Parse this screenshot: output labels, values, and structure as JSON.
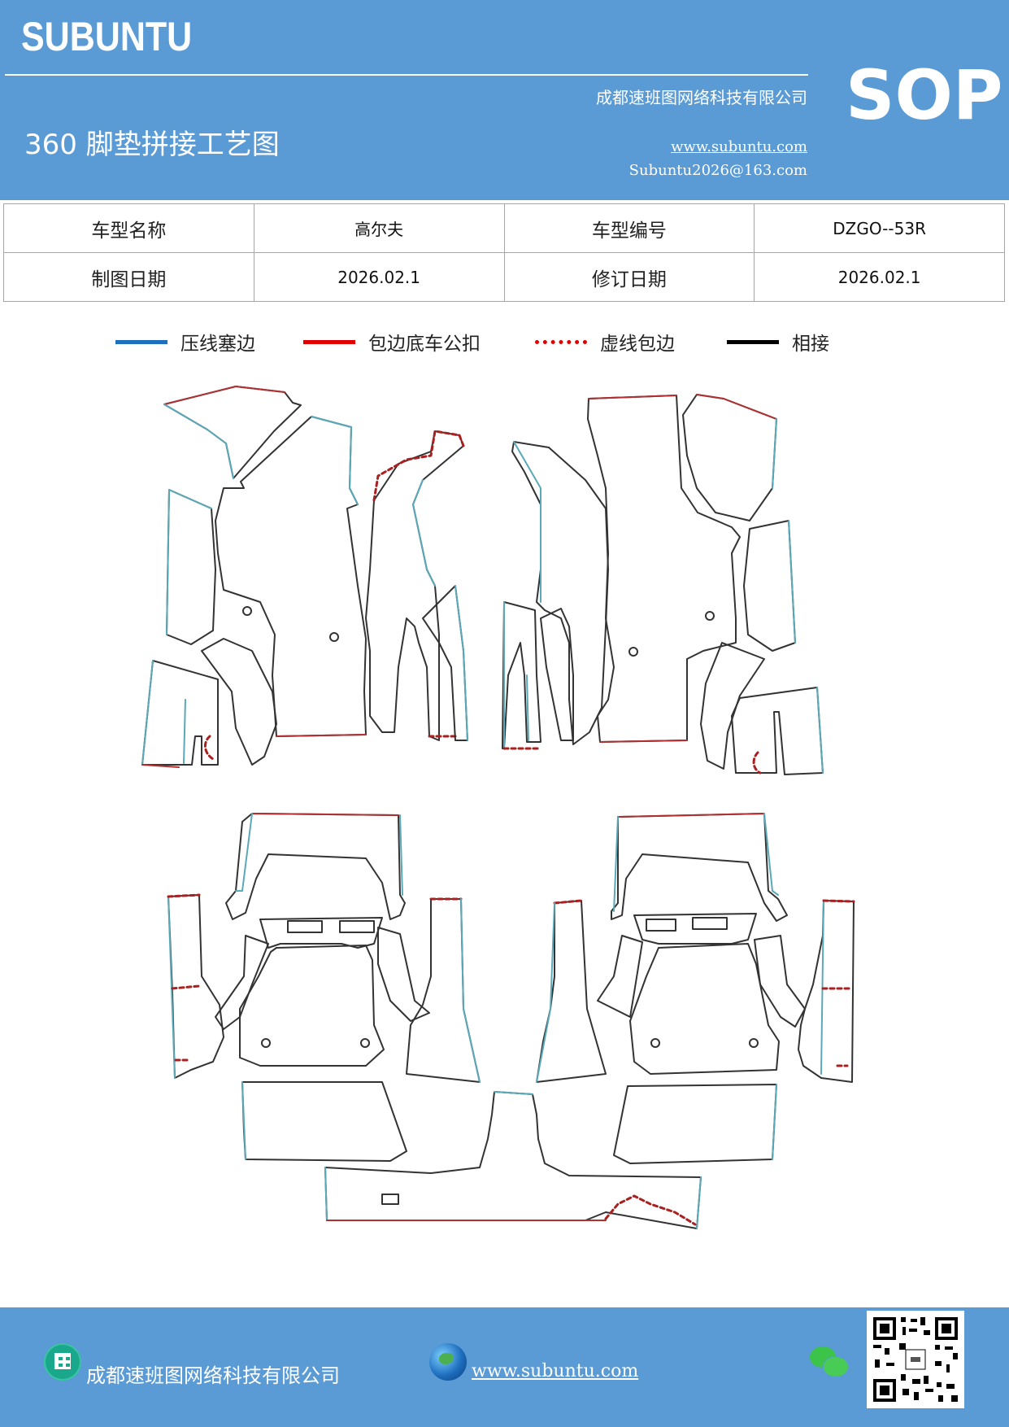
{
  "header": {
    "brand": "SUBUNTU",
    "company": "成都速班图网络科技有限公司",
    "sop": "SOP",
    "title": "360 脚垫拼接工艺图",
    "website": "www.subuntu.com",
    "email": "Subuntu2026@163.com"
  },
  "info_table": {
    "rows": [
      {
        "label1": "车型名称",
        "value1": "高尔夫",
        "label2": "车型编号",
        "value2": "DZGO--53R"
      },
      {
        "label1": "制图日期",
        "value1": "2026.02.1",
        "label2": "修订日期",
        "value2": "2026.02.1"
      }
    ]
  },
  "legend": {
    "items": [
      {
        "label": "压线塞边",
        "color": "#1f6fbf"
      },
      {
        "label": "包边底车公扣",
        "color": "#e00000"
      },
      {
        "label": "虚线包边",
        "color": "#e00000"
      },
      {
        "label": "相接",
        "color": "#000000"
      }
    ]
  },
  "footer": {
    "company": "成都速班图网络科技有限公司",
    "website": "www.subuntu.com"
  },
  "icons": {
    "building": "building-icon",
    "globe": "globe-icon",
    "chat": "wechat-icon",
    "qr": "qr-code"
  },
  "colors": {
    "header_bg": "#5b9bd5",
    "teal_edge": "#5aa9b8",
    "red_edge": "#b03030",
    "dashed_edge": "#a82020"
  }
}
